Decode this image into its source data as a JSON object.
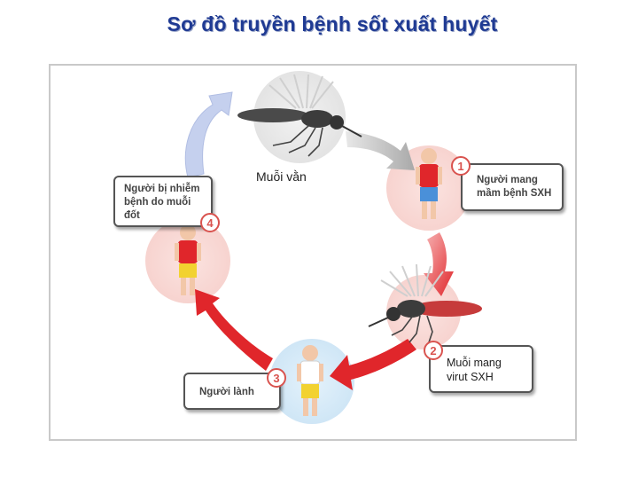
{
  "title": "Sơ đồ truyền bệnh sốt xuất huyết",
  "nodes": [
    {
      "number": "1",
      "label": "Người mang mầm bệnh SXH"
    },
    {
      "number": "2",
      "label": "Muỗi mang virut SXH"
    },
    {
      "number": "3",
      "label": "Người lành"
    },
    {
      "number": "4",
      "label": "Người bị nhiễm bệnh do muỗi đốt"
    }
  ],
  "mosquito_label": "Muỗi vằn",
  "colors": {
    "title": "#1f3a93",
    "arrow_red": "#e0262b",
    "arrow_gray": "#b9b9b9",
    "arrow_blue": "#b8c6ea",
    "number_circle": "#d9534f"
  }
}
